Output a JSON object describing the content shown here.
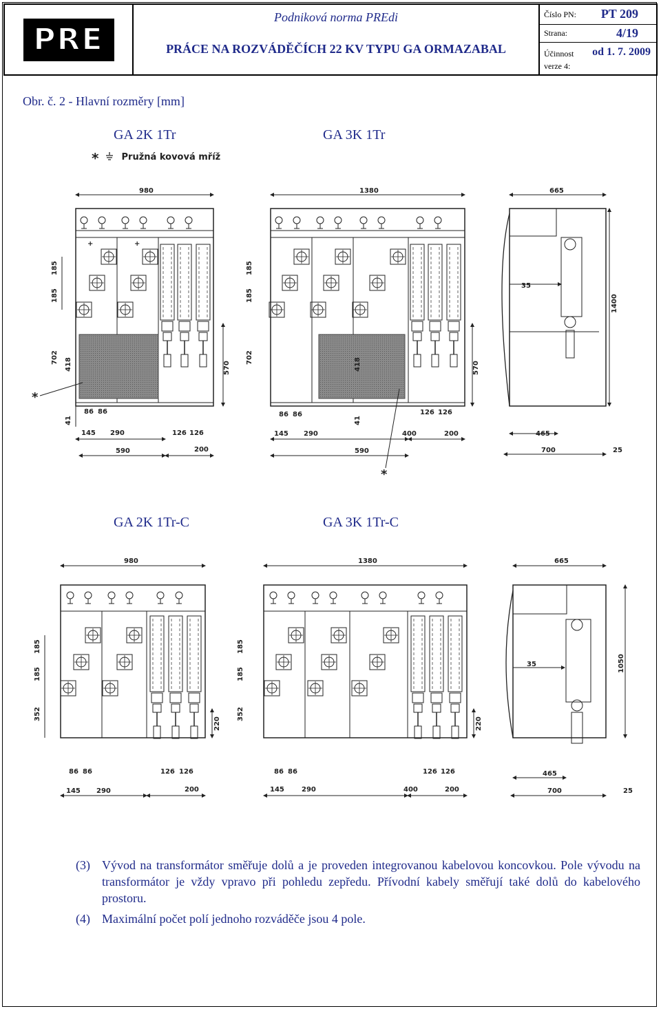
{
  "header": {
    "logo_text": "PRE",
    "norm_name": "Podniková norma PREdi",
    "doc_title": "PRÁCE NA ROZVÁDĚČÍCH 22 KV TYPU GA ORMAZABAL",
    "pn_label": "Číslo PN:",
    "pn_value": "PT 209",
    "page_label": "Strana:",
    "page_value": "4/19",
    "validity_label": "Účinnost",
    "validity_value": "od 1. 7. 2009",
    "version_label": "verze 4:"
  },
  "figure": {
    "caption": "Obr. č. 2 - Hlavní rozměry [mm]",
    "top_left_title": "GA 2K 1Tr",
    "top_right_title": "GA 3K 1Tr",
    "bottom_left_title": "GA 2K 1Tr-C",
    "bottom_right_title": "GA 3K 1Tr-C",
    "legend": "Pružná kovová mříž",
    "star": "*",
    "dims_top": {
      "w_2k": "980",
      "w_3k": "1380",
      "w_side": "665",
      "v185a": "185",
      "v185b": "185",
      "v702": "702",
      "v418": "418",
      "v41": "41",
      "v570": "570",
      "h86a": "86",
      "h86b": "86",
      "h145": "145",
      "h290": "290",
      "h590": "590",
      "h126a": "126",
      "h126b": "126",
      "h200": "200",
      "h400": "400",
      "s35": "35",
      "s1400": "1400",
      "s465": "465",
      "s700": "700",
      "s25": "25"
    },
    "dims_bottom": {
      "w_2k": "980",
      "w_3k": "1380",
      "w_side": "665",
      "v185a": "185",
      "v185b": "185",
      "v352": "352",
      "v220": "220",
      "h86a": "86",
      "h86b": "86",
      "h145": "145",
      "h290": "290",
      "h126a": "126",
      "h126b": "126",
      "h200": "200",
      "h400": "400",
      "s35": "35",
      "s1050": "1050",
      "s465": "465",
      "s700": "700",
      "s25": "25"
    }
  },
  "notes": [
    {
      "num": "(3)",
      "text": "Vývod na transformátor směřuje dolů a je proveden integrovanou kabelovou koncovkou. Pole vývodu na transformátor je vždy vpravo při pohledu zepředu. Přívodní kabely směřují také dolů do kabelového prostoru."
    },
    {
      "num": "(4)",
      "text": "Maximální počet polí jednoho rozváděče jsou 4 pole."
    }
  ]
}
